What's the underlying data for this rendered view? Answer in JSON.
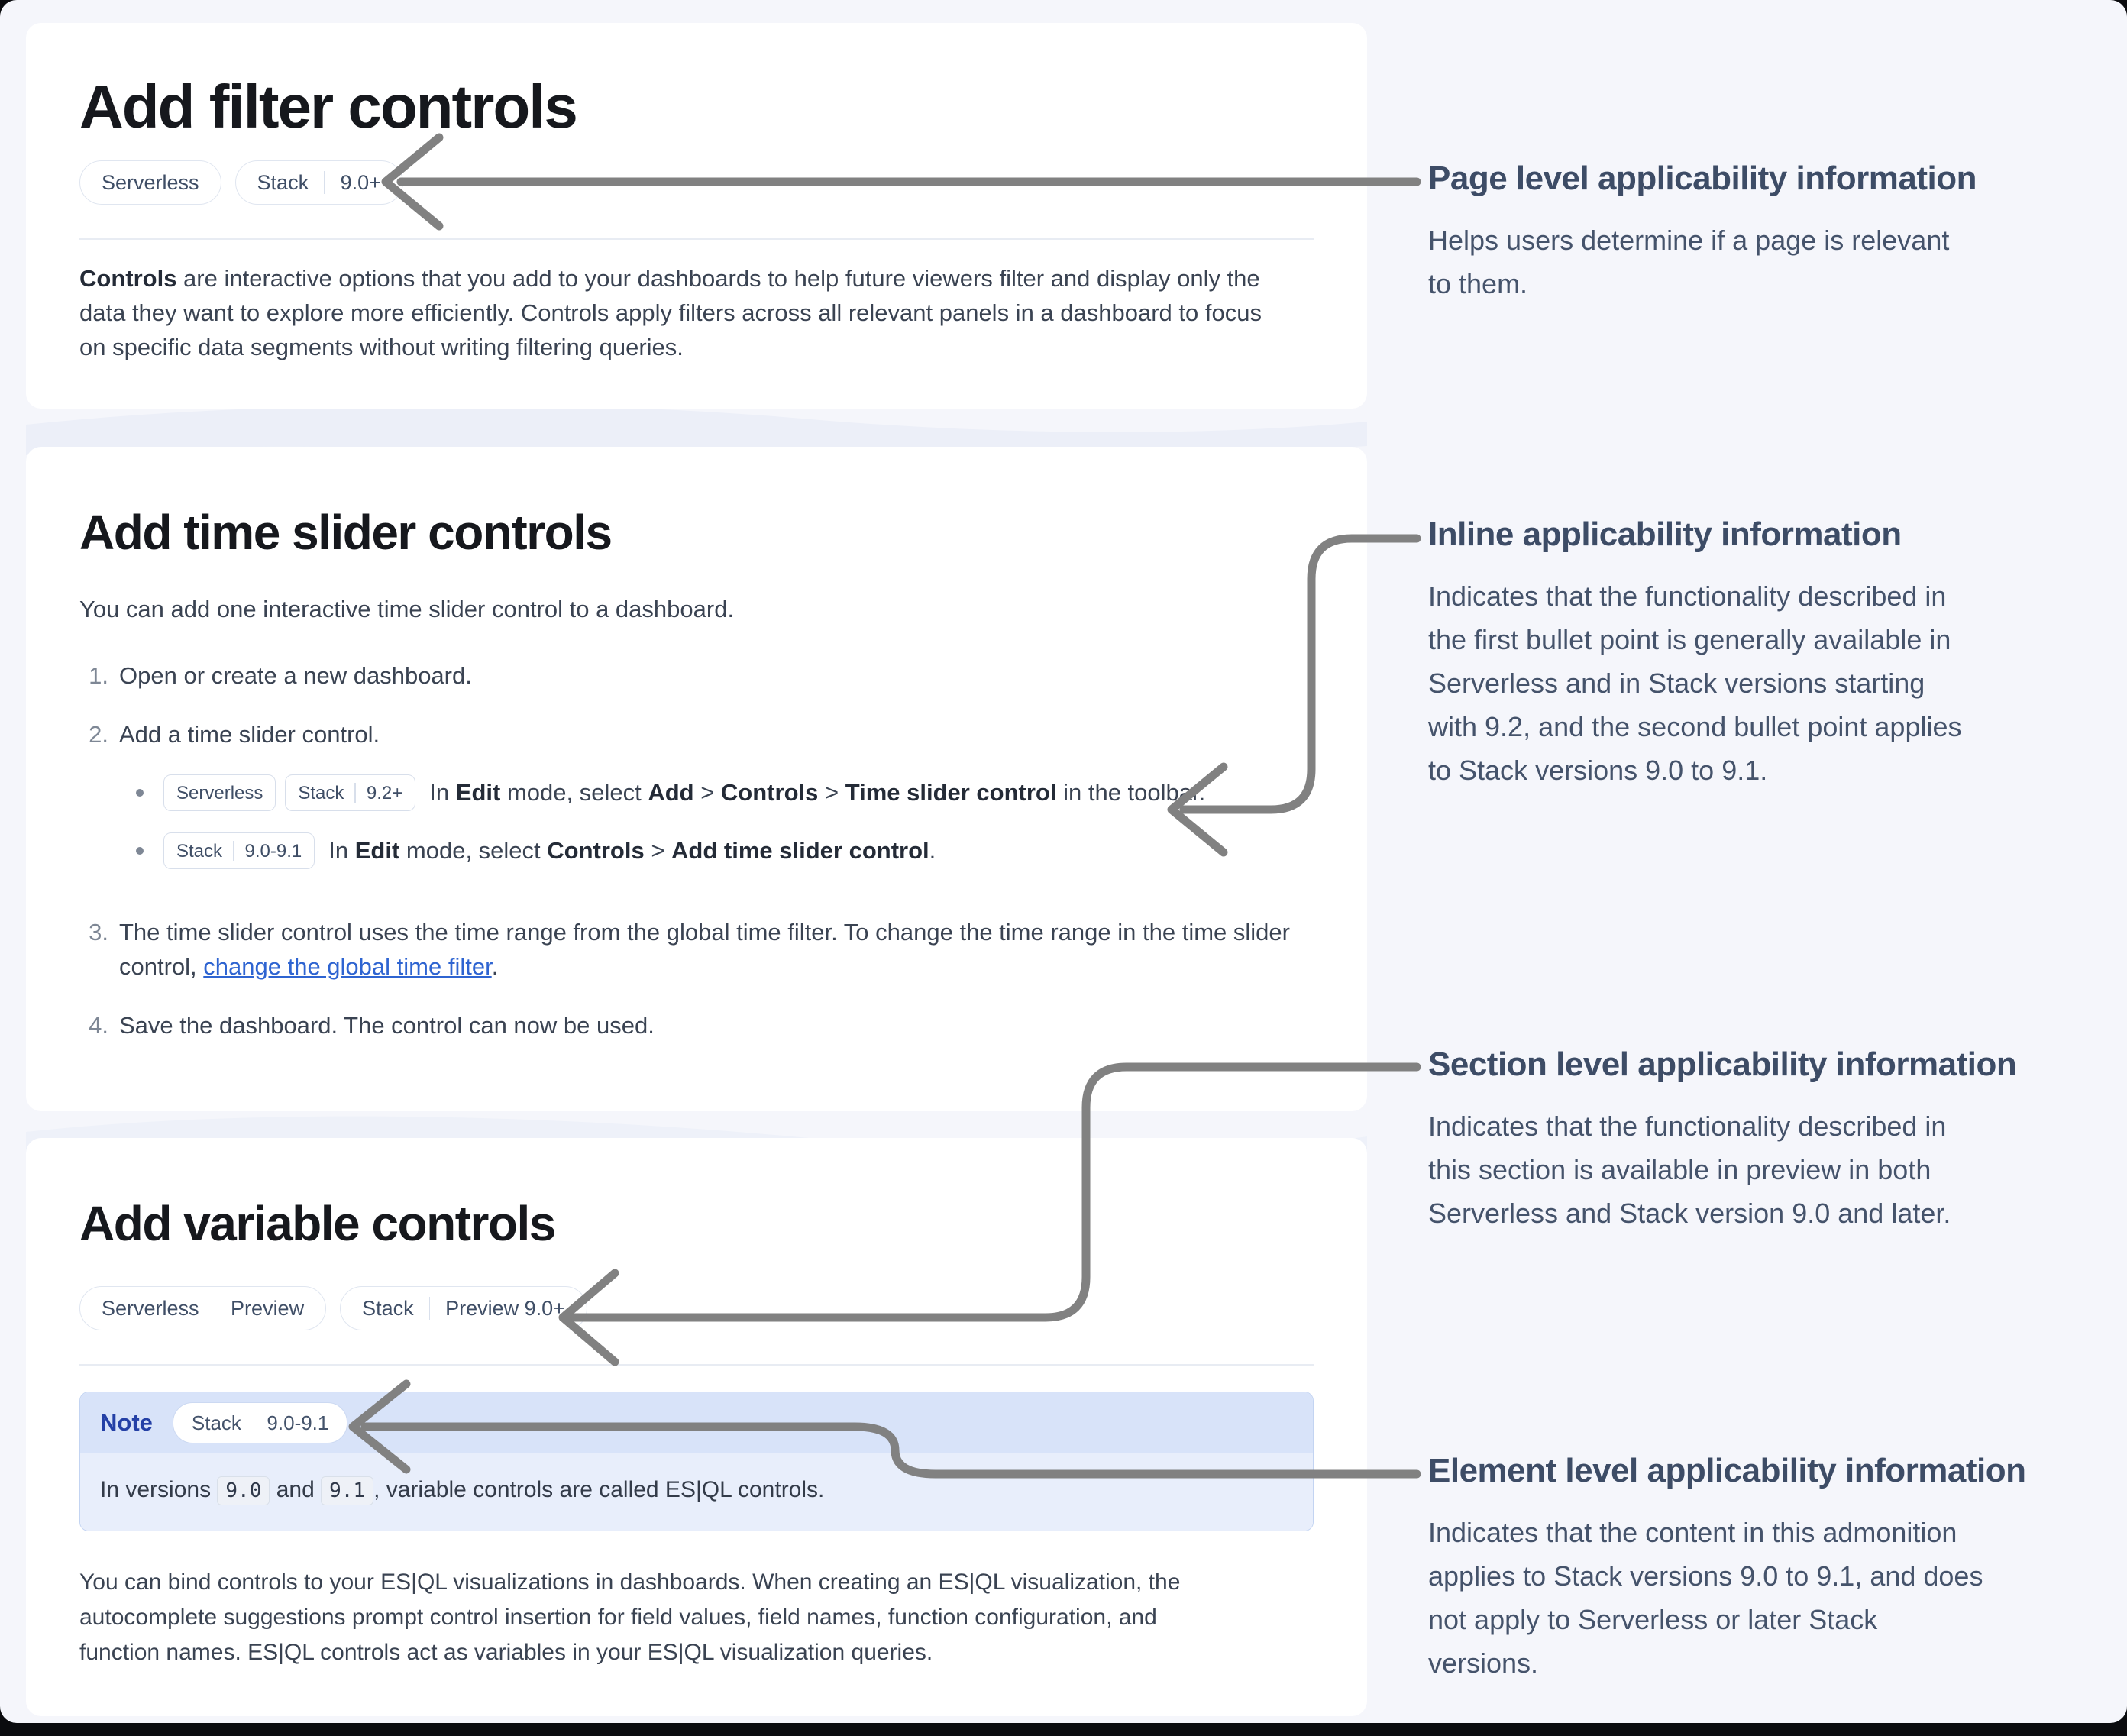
{
  "colors": {
    "background": "#f5f6fb",
    "card": "#ffffff",
    "heading_text": "#16181d",
    "body_text": "#3a4352",
    "badge_text": "#3f4e66",
    "link": "#2e64d1",
    "note_header_bg": "#d8e3f9",
    "note_body_bg": "#e8eefb",
    "note_title": "#2440a6",
    "arrow": "#818181",
    "annotation_text": "#3d4c66"
  },
  "card_filter": {
    "title": "Add filter controls",
    "badge_serverless": "Serverless",
    "badge_stack": "Stack",
    "badge_stack_version": "9.0+",
    "paragraph": {
      "line1_bold": "Controls",
      "line1_rest": " are interactive options that you add to your dashboards to help future viewers filter and display only the",
      "line2": "data they want to explore more efficiently. Controls apply filters across all relevant panels in a dashboard to focus",
      "line3": "on specific data segments without writing filtering queries."
    }
  },
  "card_time": {
    "title": "Add time slider controls",
    "intro": "You can add one interactive time slider control to a dashboard.",
    "step1_num": "1.",
    "step1_text": "Open or create a new dashboard.",
    "step2_num": "2.",
    "step2_text": "Add a time slider control.",
    "bullet1": {
      "badge_serverless": "Serverless",
      "badge_stack": "Stack",
      "badge_version": "9.2+",
      "r1": "In ",
      "b1": "Edit",
      "r2": " mode, select ",
      "b2": "Add",
      "r3": " > ",
      "b3": "Controls",
      "r4": " > ",
      "b4": "Time slider control",
      "r5": " in the toolbar."
    },
    "bullet2": {
      "badge_stack": "Stack",
      "badge_version": "9.0-9.1",
      "r1": "In ",
      "b1": "Edit",
      "r2": " mode, select ",
      "b2": "Controls",
      "r3": " > ",
      "b3": "Add time slider control",
      "r4": "."
    },
    "step3_num": "3.",
    "step3_line1": "The time slider control uses the time range from the global time filter. To change the time range in the time slider",
    "step3_line2_pre": "control, ",
    "step3_link": "change the global time filter",
    "step3_line2_post": ".",
    "step4_num": "4.",
    "step4_text": "Save the dashboard. The control can now be used."
  },
  "card_variable": {
    "title": "Add variable controls",
    "badge1_serverless": "Serverless",
    "badge1_preview": "Preview",
    "badge2_stack": "Stack",
    "badge2_version": "Preview 9.0+",
    "note": {
      "label": "Note",
      "badge_stack": "Stack",
      "badge_version": "9.0-9.1",
      "r1": "In versions ",
      "code1": "9.0",
      "r2": " and ",
      "code2": "9.1",
      "r3": ", variable controls are called ES|QL controls."
    },
    "paragraph": {
      "line1": "You can bind controls to your ES|QL visualizations in dashboards. When creating an ES|QL visualization, the",
      "line2": "autocomplete suggestions prompt control insertion for field values, field names, function configuration, and",
      "line3": "function names. ES|QL controls act as variables in your ES|QL visualization queries."
    }
  },
  "annotations": {
    "page_level": {
      "heading": "Page level applicability information",
      "lines": [
        "Helps users determine if a page is relevant",
        "to them."
      ]
    },
    "inline": {
      "heading": "Inline applicability information",
      "lines": [
        "Indicates that the functionality described in",
        "the first bullet point is generally available in",
        "Serverless and in Stack versions starting",
        "with 9.2, and the second bullet point applies",
        "to Stack versions 9.0 to 9.1."
      ]
    },
    "section_level": {
      "heading": "Section level applicability information",
      "lines": [
        "Indicates that the functionality described in",
        "this section is available in preview in both",
        "Serverless and Stack version 9.0 and later."
      ]
    },
    "element_level": {
      "heading": "Element level applicability information",
      "lines": [
        "Indicates that the content in this admonition",
        "applies to Stack versions 9.0 to 9.1, and does",
        "not apply to Serverless or later Stack",
        "versions."
      ]
    }
  }
}
